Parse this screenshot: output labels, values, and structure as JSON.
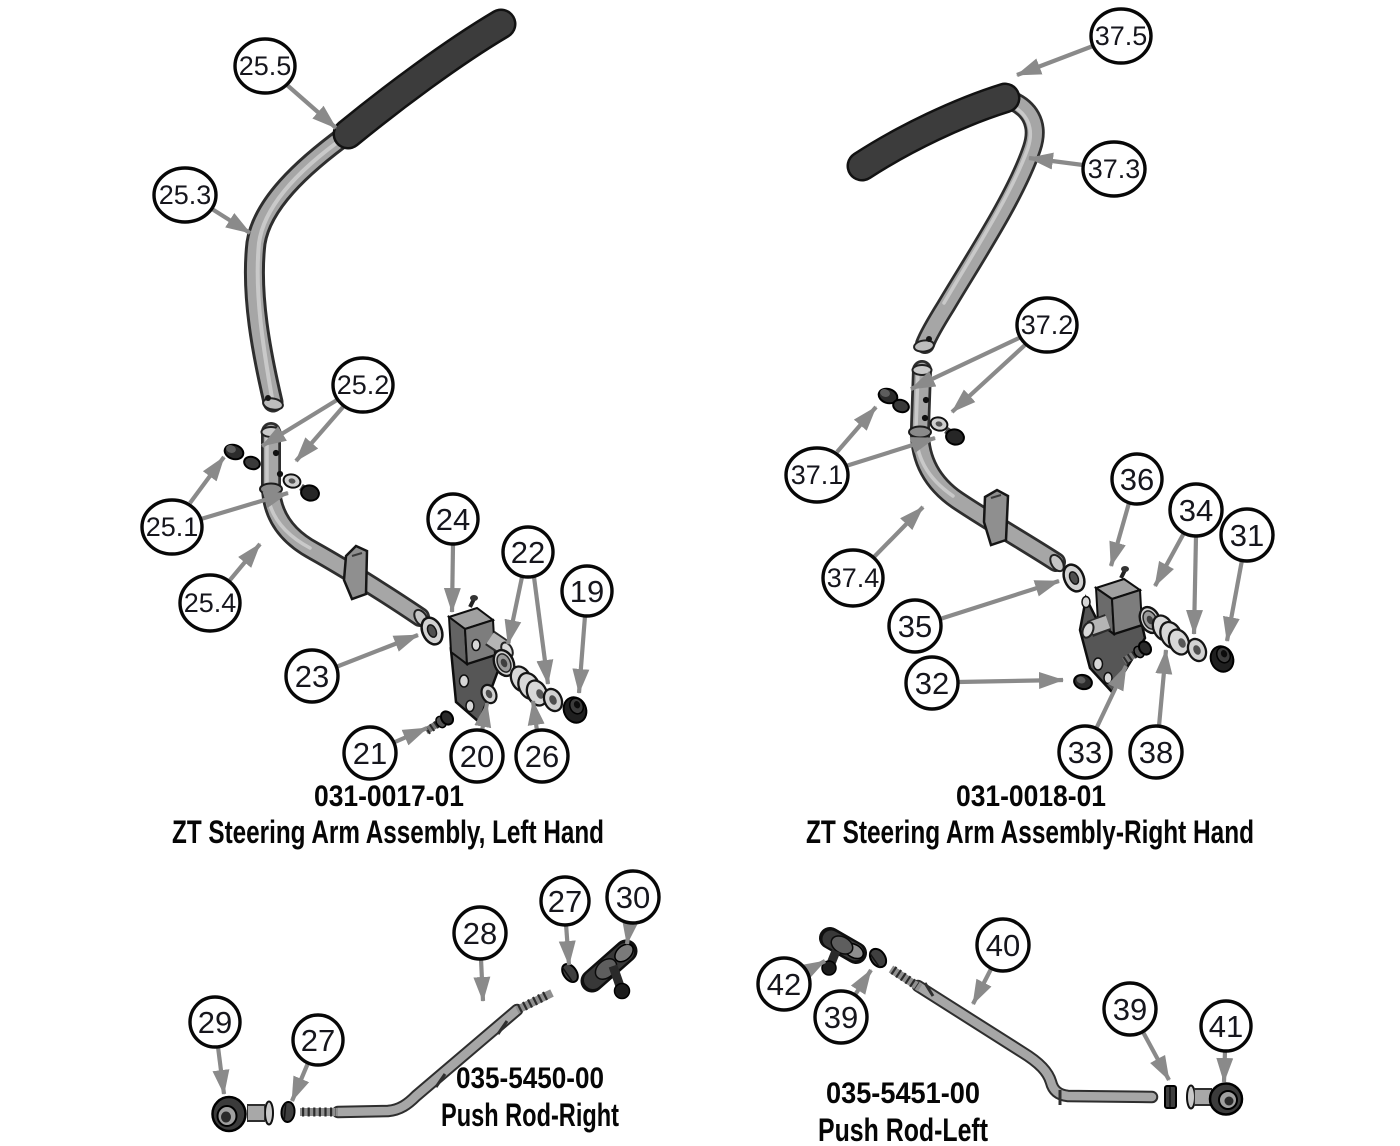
{
  "page": {
    "kind": "exploded-parts-diagram",
    "background": "#ffffff"
  },
  "colors": {
    "leader_arrow": "#8a8a8a",
    "callout_stroke": "#070707",
    "callout_fill": "#ffffff",
    "label_text": "#16161d",
    "title_text": "#060606",
    "part_dark": "#3c3c3c",
    "part_mid": "#a6a6a6",
    "part_bracket": "#575757"
  },
  "assemblies": [
    {
      "id": "zt-steering-arm-left",
      "part_number": "031-0017-01",
      "name": "ZT Steering Arm Assembly, Left Hand",
      "callouts": [
        {
          "label": "25.5"
        },
        {
          "label": "25.3"
        },
        {
          "label": "25.2"
        },
        {
          "label": "25.1"
        },
        {
          "label": "25.4"
        },
        {
          "label": "24"
        },
        {
          "label": "22"
        },
        {
          "label": "19"
        },
        {
          "label": "23"
        },
        {
          "label": "21"
        },
        {
          "label": "20"
        },
        {
          "label": "26"
        }
      ]
    },
    {
      "id": "zt-steering-arm-right",
      "part_number": "031-0018-01",
      "name": "ZT Steering Arm Assembly-Right Hand",
      "callouts": [
        {
          "label": "37.5"
        },
        {
          "label": "37.3"
        },
        {
          "label": "37.2"
        },
        {
          "label": "37.1"
        },
        {
          "label": "37.4"
        },
        {
          "label": "36"
        },
        {
          "label": "34"
        },
        {
          "label": "31"
        },
        {
          "label": "35"
        },
        {
          "label": "32"
        },
        {
          "label": "33"
        },
        {
          "label": "38"
        }
      ]
    },
    {
      "id": "push-rod-right",
      "part_number": "035-5450-00",
      "name": "Push Rod-Right",
      "callouts": [
        {
          "label": "29"
        },
        {
          "label": "27"
        },
        {
          "label": "28"
        },
        {
          "label": "27"
        },
        {
          "label": "30"
        }
      ]
    },
    {
      "id": "push-rod-left",
      "part_number": "035-5451-00",
      "name": "Push Rod-Left",
      "callouts": [
        {
          "label": "42"
        },
        {
          "label": "39"
        },
        {
          "label": "40"
        },
        {
          "label": "39"
        },
        {
          "label": "41"
        }
      ]
    }
  ]
}
